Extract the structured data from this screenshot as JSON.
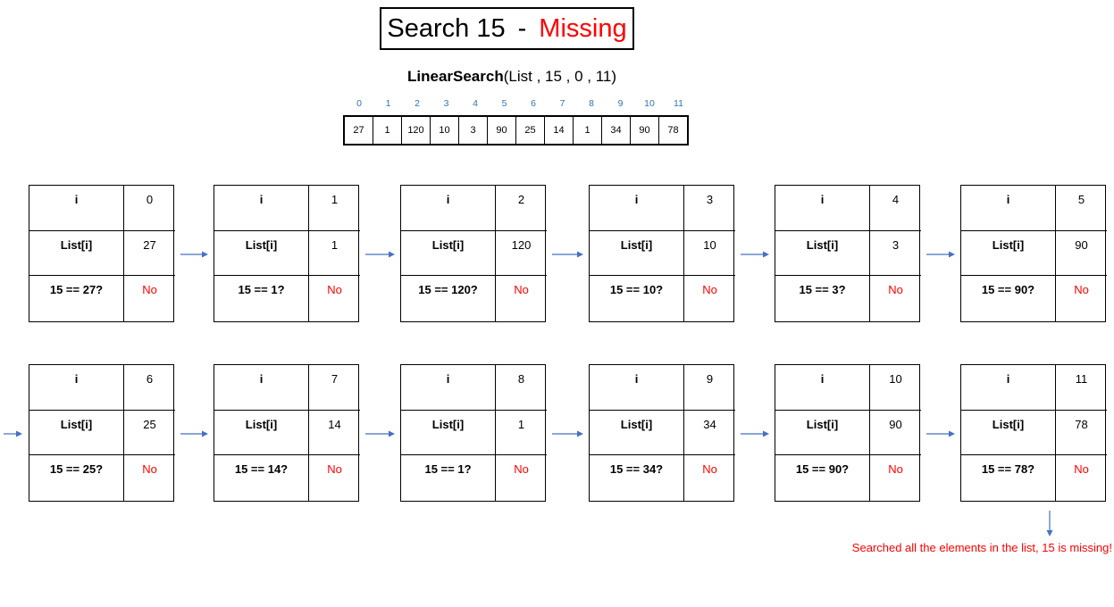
{
  "title": {
    "prefix": "Search 15",
    "separator": "-",
    "status": "Missing"
  },
  "call": {
    "fn": "LinearSearch",
    "args": "(List , 15 , 0 , 11)"
  },
  "list": {
    "indices": [
      "0",
      "1",
      "2",
      "3",
      "4",
      "5",
      "6",
      "7",
      "8",
      "9",
      "10",
      "11"
    ],
    "values": [
      "27",
      "1",
      "120",
      "10",
      "3",
      "90",
      "25",
      "14",
      "1",
      "34",
      "90",
      "78"
    ]
  },
  "labels": {
    "i": "i",
    "list_i": "List[i]"
  },
  "steps": [
    {
      "i": "0",
      "value": "27",
      "question": "15 == 27?",
      "answer": "No"
    },
    {
      "i": "1",
      "value": "1",
      "question": "15 == 1?",
      "answer": "No"
    },
    {
      "i": "2",
      "value": "120",
      "question": "15 == 120?",
      "answer": "No"
    },
    {
      "i": "3",
      "value": "10",
      "question": "15 == 10?",
      "answer": "No"
    },
    {
      "i": "4",
      "value": "3",
      "question": "15 == 3?",
      "answer": "No"
    },
    {
      "i": "5",
      "value": "90",
      "question": "15 == 90?",
      "answer": "No"
    },
    {
      "i": "6",
      "value": "25",
      "question": "15 == 25?",
      "answer": "No"
    },
    {
      "i": "7",
      "value": "14",
      "question": "15 == 14?",
      "answer": "No"
    },
    {
      "i": "8",
      "value": "1",
      "question": "15 == 1?",
      "answer": "No"
    },
    {
      "i": "9",
      "value": "34",
      "question": "15 == 34?",
      "answer": "No"
    },
    {
      "i": "10",
      "value": "90",
      "question": "15 == 90?",
      "answer": "No"
    },
    {
      "i": "11",
      "value": "78",
      "question": "15 == 78?",
      "answer": "No"
    }
  ],
  "conclusion": "Searched all the elements in the list, 15 is missing!",
  "colors": {
    "index": "#2e75b6",
    "arrow": "#4472c4",
    "missing": "#ff0000"
  }
}
